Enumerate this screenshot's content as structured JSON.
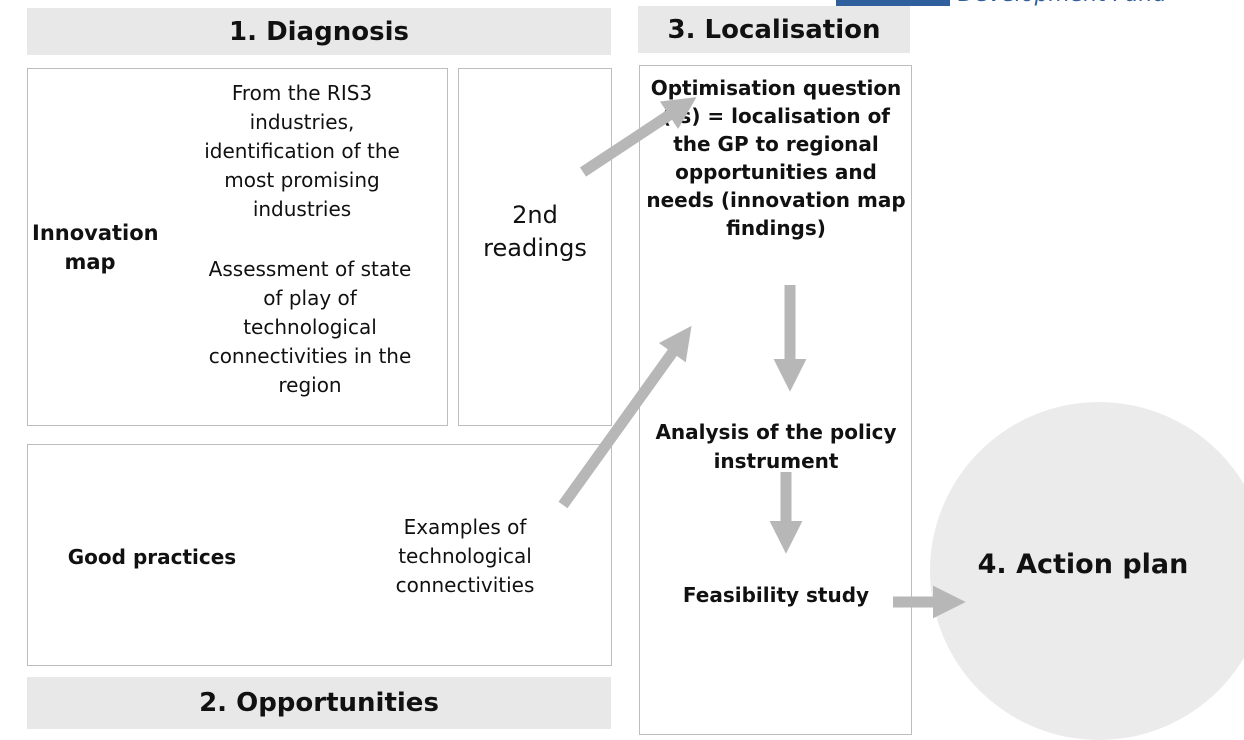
{
  "logo": {
    "text": "Development Fund"
  },
  "diagnosis": {
    "title": "1. Diagnosis",
    "innovation_map_label": "Innovation map",
    "ris3_text": "From the RIS3 industries, identification of  the most promising industries",
    "assessment_text": "Assessment of state of play of technological connectivities in the region",
    "second_readings": "2nd readings"
  },
  "opportunities": {
    "title": "2. Opportunities",
    "good_practices_label": "Good practices",
    "examples_text": "Examples of technological connectivities"
  },
  "localisation": {
    "title": "3. Localisation",
    "optimisation_text": "Optimisation question (-s) = localisation of the GP to regional opportunities and needs (innovation map findings)",
    "analysis_text": "Analysis of the policy instrument",
    "feasibility_text": "Feasibility study"
  },
  "action_plan": {
    "title": "4. Action plan"
  },
  "colors": {
    "header_bg": "#e8e8e8",
    "box_border": "#bdbdbd",
    "arrow": "#b7b7b7",
    "circle": "#ebebeb",
    "logo": "#2f5f9c"
  }
}
